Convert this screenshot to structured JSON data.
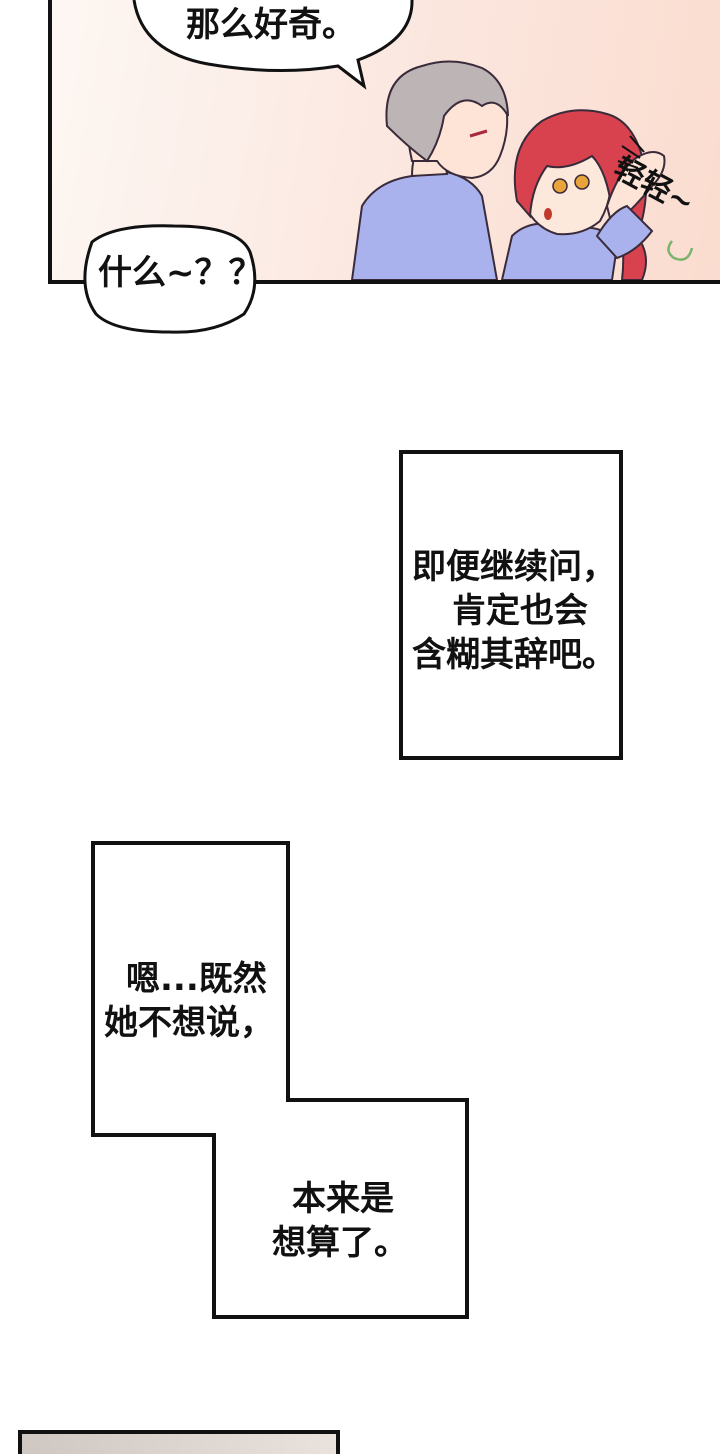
{
  "panel_top": {
    "speech_bubble_top": "那么好奇。",
    "sfx": "轻轻~"
  },
  "bubble_mid": "什么~？？",
  "narration_1": [
    "即便继续问，",
    "肯定也会",
    "含糊其辞吧。"
  ],
  "narration_2": {
    "part1": [
      "嗯...既然",
      "她不想说，"
    ],
    "part2": [
      "本来是",
      "想算了。"
    ]
  }
}
